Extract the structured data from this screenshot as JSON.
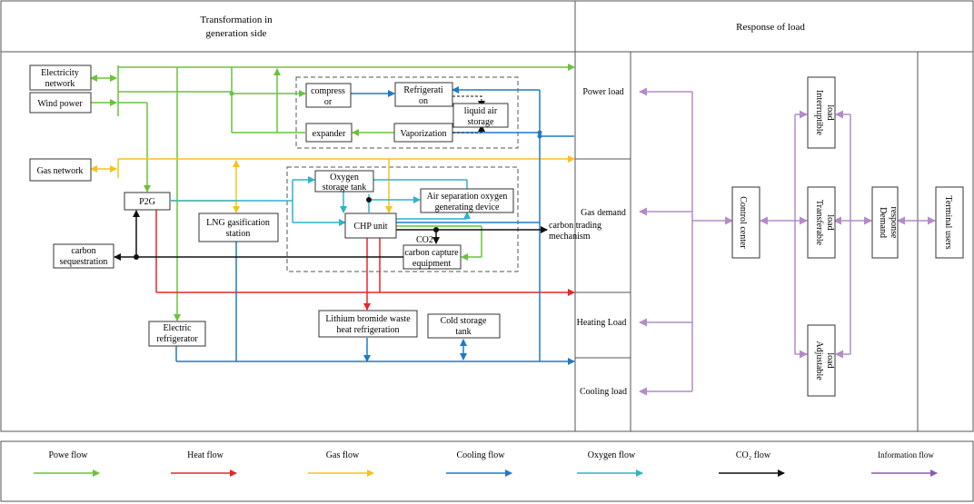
{
  "sections": {
    "left_title_line1": "Transformation in",
    "left_title_line2": "generation side",
    "right_title": "Response of load"
  },
  "nodes": {
    "electricity_network": [
      "Electricity",
      "network"
    ],
    "wind_power": [
      "Wind power"
    ],
    "gas_network": [
      "Gas network"
    ],
    "p2g": [
      "P2G"
    ],
    "lng": [
      "LNG gasification",
      "station"
    ],
    "carbon_sequestration": [
      "carbon",
      "sequestration"
    ],
    "electric_refrigerator": [
      "Electric",
      "refrigerator"
    ],
    "compressor": [
      "compress",
      "or"
    ],
    "refrigeration": [
      "Refrigerati",
      "on"
    ],
    "liquid_air_storage": [
      "liquid air",
      "storage"
    ],
    "expander": [
      "expander"
    ],
    "vaporization": [
      "Vaporization"
    ],
    "oxygen_storage_tank": [
      "Oxygen",
      "storage tank"
    ],
    "air_separation": [
      "Air separation oxygen",
      "generating device"
    ],
    "chp_unit": [
      "CHP unit"
    ],
    "co2_label": "CO2",
    "carbon_capture": [
      "carbon capture",
      "equipment"
    ],
    "carbon_trading": [
      "carbon trading",
      "mechanism"
    ],
    "lithium_bromide": [
      "Lithium bromide waste",
      "heat refrigeration"
    ],
    "cold_storage_tank": [
      "Cold storage",
      "tank"
    ]
  },
  "loads": {
    "power_load": "Power load",
    "gas_demand": "Gas demand",
    "heating_load": "Heating Load",
    "cooling_load": "Cooling load"
  },
  "response": {
    "control_center": "Control center",
    "interruptible_load": [
      "Interruptible",
      "load"
    ],
    "transferable_load": [
      "Transferable",
      "load"
    ],
    "adjustable_load": [
      "Adjustable",
      "load"
    ],
    "demand_response": [
      "Demand",
      "response"
    ],
    "terminal_users": "Terminal users"
  },
  "legend": [
    {
      "label": "Powe flow",
      "color": "#6cc23a"
    },
    {
      "label": "Heat flow",
      "color": "#e8262a"
    },
    {
      "label": "Gas flow",
      "color": "#f7c21a"
    },
    {
      "label": "Cooling flow",
      "color": "#1e7ac8"
    },
    {
      "label": "Oxygen flow",
      "color": "#2fb3c9"
    },
    {
      "label": "CO₂ flow",
      "color": "#111111"
    },
    {
      "label": "Information flow",
      "color": "#8a5bb0"
    }
  ]
}
